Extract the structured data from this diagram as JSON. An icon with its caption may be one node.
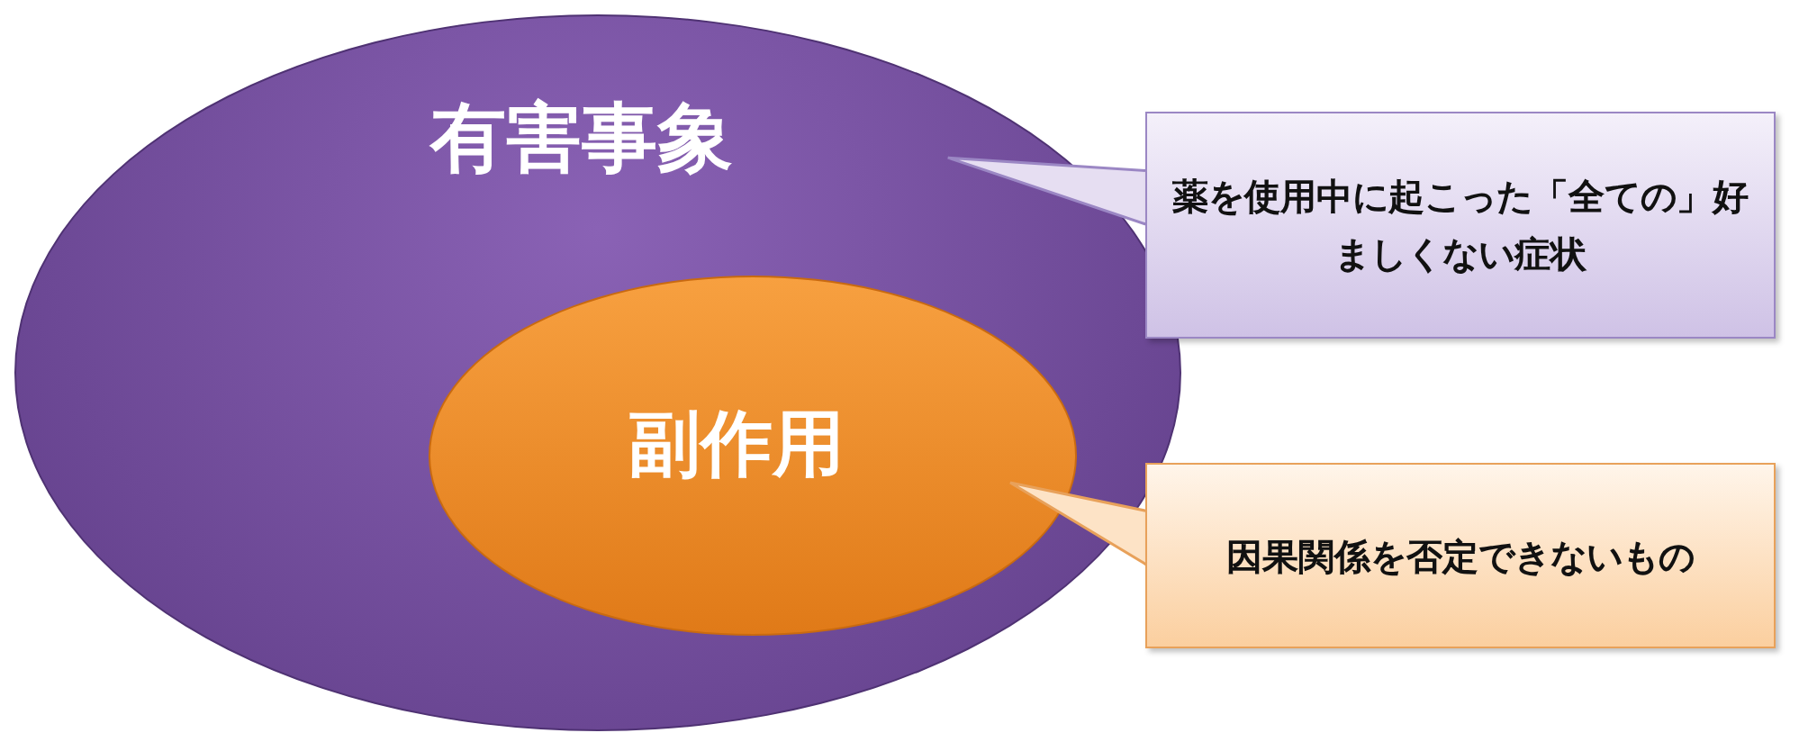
{
  "diagram": {
    "nodes": [
      {
        "text": [
          "有害事象"
        ]
      },
      {
        "text": [
          "副作用"
        ],
        "in": 0
      },
      {
        "text": [
          "薬を使用中に起こった**「全ての」**好ましくない症状"
        ]
      },
      {
        "text": [
          "因果関係を否定できないもの"
        ]
      }
    ],
    "edges": [
      {
        "from": 2,
        "to": 0,
        "arrow": "to"
      },
      {
        "from": 3,
        "to": 1,
        "arrow": "to"
      }
    ]
  }
}
